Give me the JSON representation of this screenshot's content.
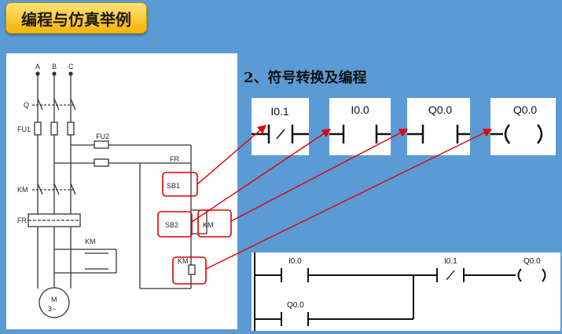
{
  "slide": {
    "title": "编程与仿真举例",
    "heading": "2、符号转换及编程"
  },
  "circuit": {
    "phase_labels": [
      "A",
      "B",
      "C"
    ],
    "q": "Q",
    "fu1": "FU1",
    "fu2": "FU2",
    "km_main": "KM",
    "fr": "FR",
    "km_aux1": "KM",
    "fr_nc": "FR",
    "sb1": "SB1",
    "sb2": "SB2",
    "km_nc": "KM",
    "km_coil": "KM",
    "motor_m": "M",
    "motor_phase": "3~"
  },
  "symbols": [
    {
      "address": "I0.1",
      "kind": "nc"
    },
    {
      "address": "I0.0",
      "kind": "no"
    },
    {
      "address": "Q0.0",
      "kind": "no"
    },
    {
      "address": "Q0.0",
      "kind": "coil"
    }
  ],
  "ladder": {
    "rung1_contact1": "I0.0",
    "rung1_contact2": "I0.1",
    "coil": "Q0.0",
    "branch_contact": "Q0.0"
  },
  "colors": {
    "accent": "#e00000",
    "title_bg": "#f5b400",
    "background": "#5b9bd5"
  }
}
